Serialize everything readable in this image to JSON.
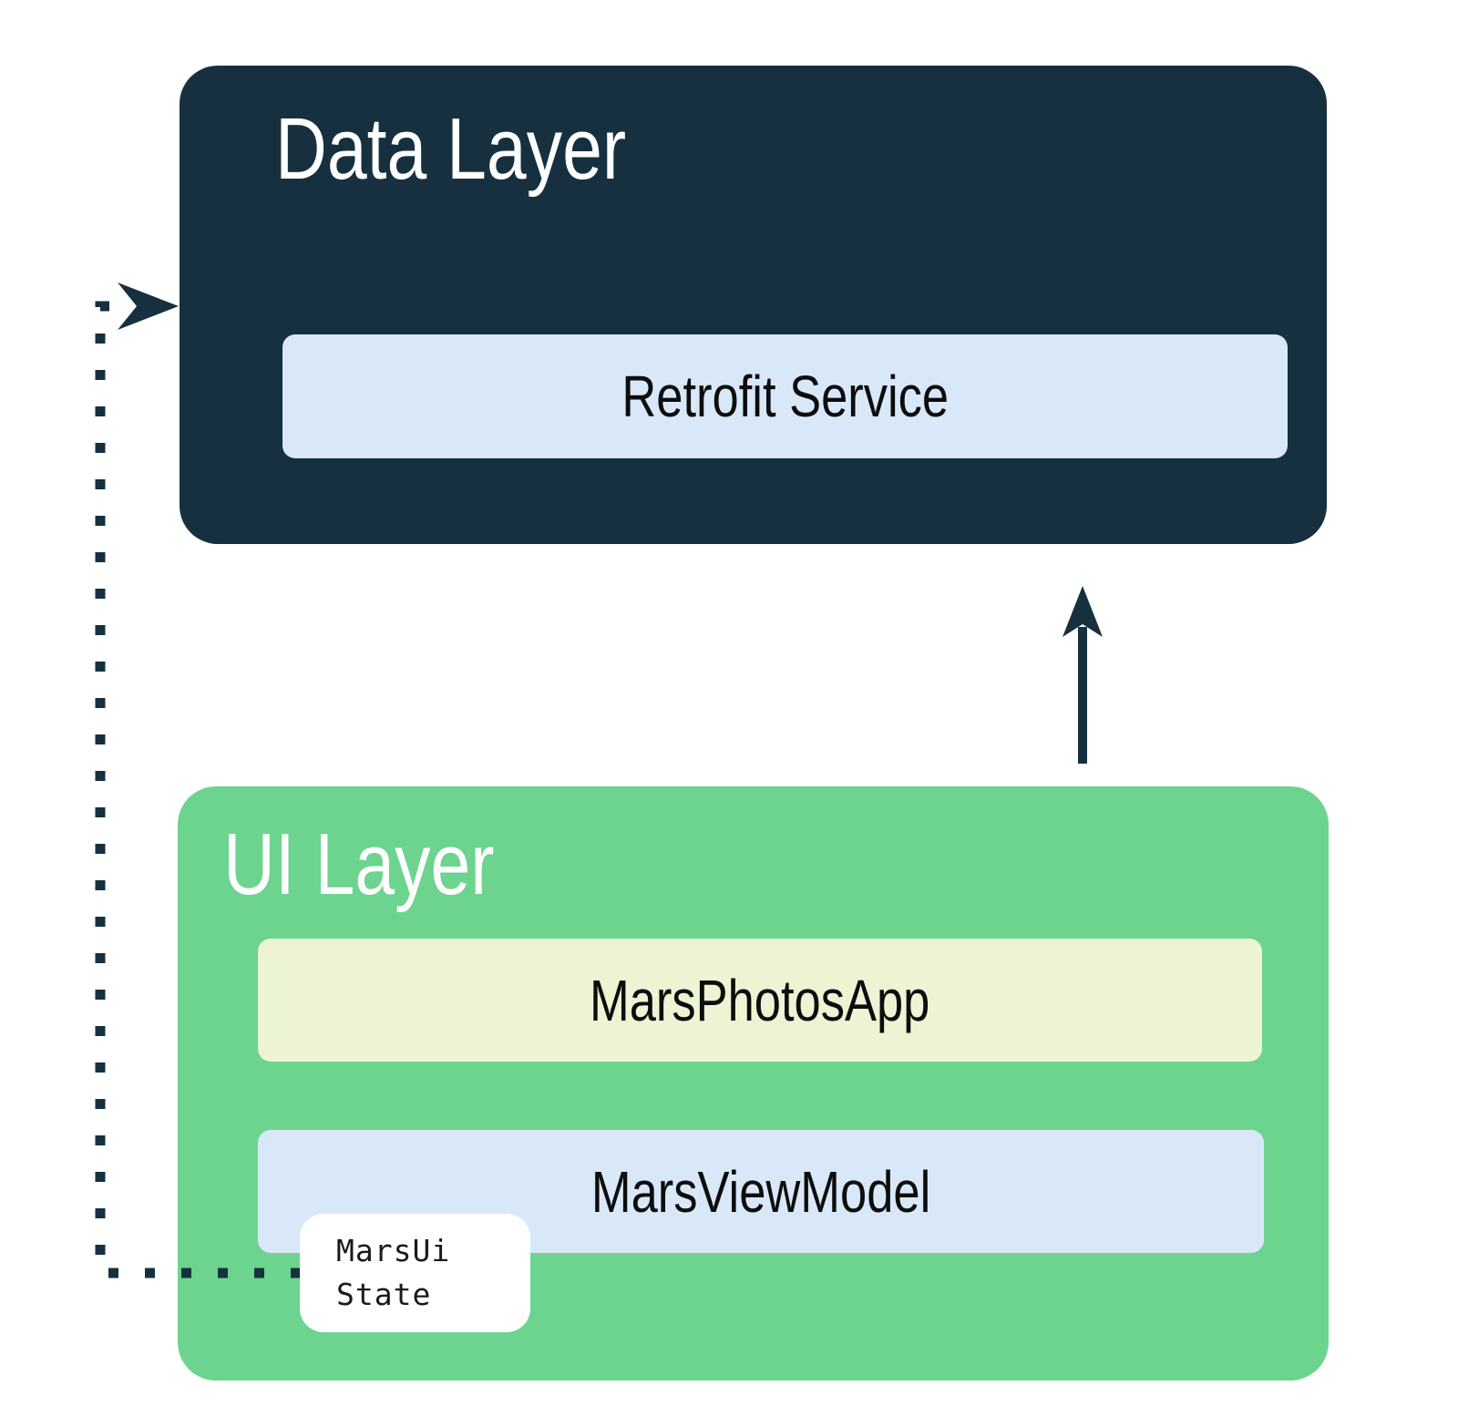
{
  "colors": {
    "navy": "#16303F",
    "green": "#6CD48E",
    "light_blue": "#D9E8F8",
    "pale_yellow": "#EDF4D3",
    "white": "#FFFFFF",
    "text_on_light": "#0D0D0D",
    "text_on_dark": "#FFFFFF"
  },
  "data_layer": {
    "title": "Data Layer",
    "service_label": "Retrofit Service"
  },
  "ui_layer": {
    "title": "UI Layer",
    "app_label": "MarsPhotosApp",
    "viewmodel_label": "MarsViewModel",
    "state_badge": {
      "lines": [
        "MarsUi",
        "State"
      ]
    }
  }
}
